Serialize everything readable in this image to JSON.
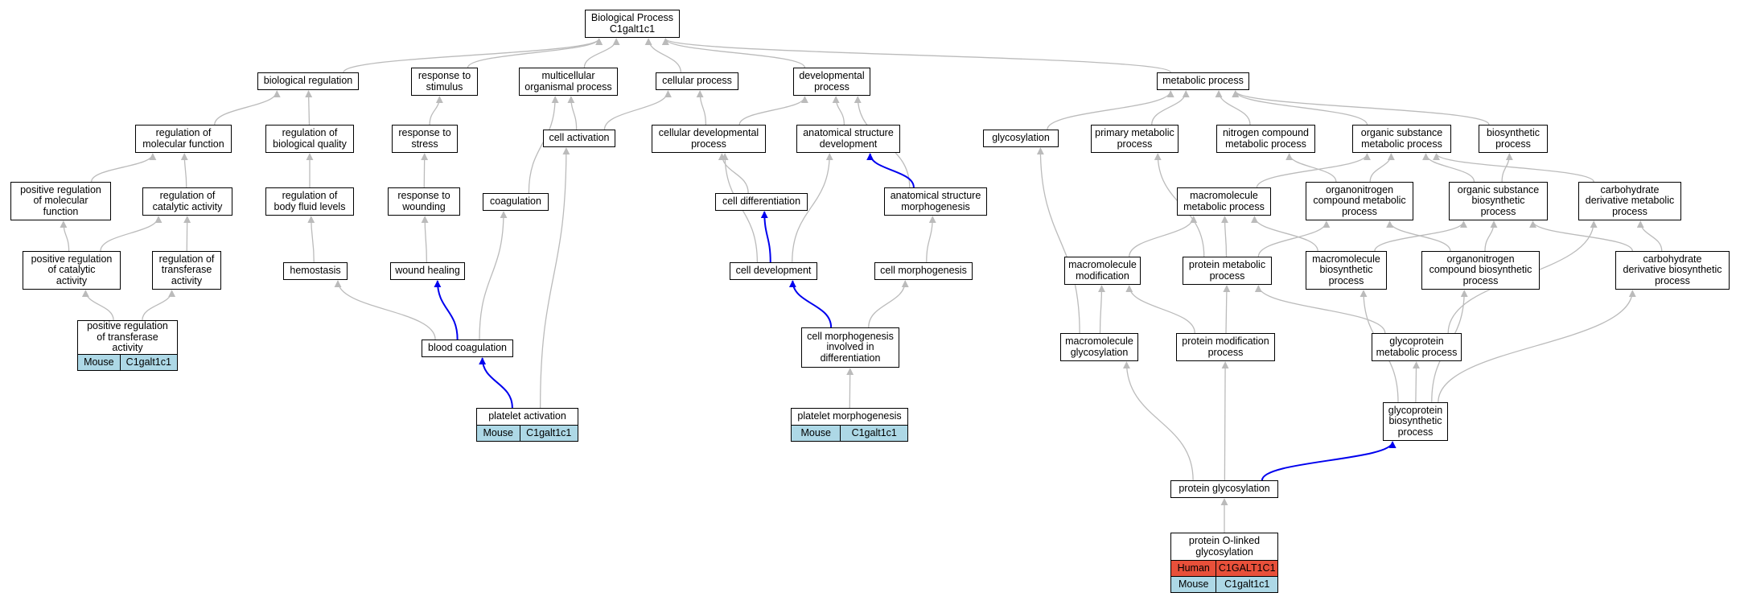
{
  "nodes": [
    {
      "id": "bp",
      "label": "Biological Process\nC1galt1c1"
    },
    {
      "id": "bioreg",
      "label": "biological regulation"
    },
    {
      "id": "resp_stim",
      "label": "response to\nstimulus"
    },
    {
      "id": "multi",
      "label": "multicellular\norganismal process"
    },
    {
      "id": "cellproc",
      "label": "cellular process"
    },
    {
      "id": "devproc",
      "label": "developmental\nprocess"
    },
    {
      "id": "metab",
      "label": "metabolic process"
    },
    {
      "id": "regmol",
      "label": "regulation of\nmolecular function"
    },
    {
      "id": "regbq",
      "label": "regulation of\nbiological quality"
    },
    {
      "id": "resp_stress",
      "label": "response to\nstress"
    },
    {
      "id": "cellact",
      "label": "cell activation"
    },
    {
      "id": "celldevproc",
      "label": "cellular developmental\nprocess"
    },
    {
      "id": "asd",
      "label": "anatomical structure\ndevelopment"
    },
    {
      "id": "glycos",
      "label": "glycosylation"
    },
    {
      "id": "primmet",
      "label": "primary metabolic\nprocess"
    },
    {
      "id": "nitro",
      "label": "nitrogen compound\nmetabolic process"
    },
    {
      "id": "orgsub",
      "label": "organic substance\nmetabolic process"
    },
    {
      "id": "biosyn",
      "label": "biosynthetic\nprocess"
    },
    {
      "id": "posregmol",
      "label": "positive regulation\nof molecular\nfunction"
    },
    {
      "id": "regcat",
      "label": "regulation of\ncatalytic activity"
    },
    {
      "id": "regbfl",
      "label": "regulation of\nbody fluid levels"
    },
    {
      "id": "resp_wound",
      "label": "response to\nwounding"
    },
    {
      "id": "coag",
      "label": "coagulation"
    },
    {
      "id": "celldiff",
      "label": "cell differentiation"
    },
    {
      "id": "asm",
      "label": "anatomical structure\nmorphogenesis"
    },
    {
      "id": "macromet",
      "label": "macromolecule\nmetabolic process"
    },
    {
      "id": "orgnitro",
      "label": "organonitrogen\ncompound metabolic\nprocess"
    },
    {
      "id": "orgsubbio",
      "label": "organic substance\nbiosynthetic\nprocess"
    },
    {
      "id": "carbder",
      "label": "carbohydrate\nderivative metabolic\nprocess"
    },
    {
      "id": "posregcat",
      "label": "positive regulation\nof catalytic\nactivity"
    },
    {
      "id": "regtrans",
      "label": "regulation of\ntransferase\nactivity"
    },
    {
      "id": "hemo",
      "label": "hemostasis"
    },
    {
      "id": "woundheal",
      "label": "wound healing"
    },
    {
      "id": "celldev",
      "label": "cell development"
    },
    {
      "id": "cellmorph",
      "label": "cell morphogenesis"
    },
    {
      "id": "macromod",
      "label": "macromolecule\nmodification"
    },
    {
      "id": "protmet",
      "label": "protein metabolic\nprocess"
    },
    {
      "id": "macrobio",
      "label": "macromolecule\nbiosynthetic\nprocess"
    },
    {
      "id": "orgnitrobio",
      "label": "organonitrogen\ncompound biosynthetic\nprocess"
    },
    {
      "id": "carbderbio",
      "label": "carbohydrate\nderivative biosynthetic\nprocess"
    },
    {
      "id": "posregtrans",
      "label": "positive regulation\nof transferase\nactivity"
    },
    {
      "id": "bloodcoag",
      "label": "blood coagulation"
    },
    {
      "id": "cmid",
      "label": "cell morphogenesis\ninvolved in\ndifferentiation"
    },
    {
      "id": "macroglyc",
      "label": "macromolecule\nglycosylation"
    },
    {
      "id": "protmod",
      "label": "protein modification\nprocess"
    },
    {
      "id": "glycoprotmet",
      "label": "glycoprotein\nmetabolic process"
    },
    {
      "id": "platact",
      "label": "platelet activation"
    },
    {
      "id": "platmorph",
      "label": "platelet morphogenesis"
    },
    {
      "id": "glycoprotbio",
      "label": "glycoprotein\nbiosynthetic\nprocess"
    },
    {
      "id": "protglyc",
      "label": "protein glycosylation"
    },
    {
      "id": "oglyc",
      "label": "protein O-linked\nglycosylation"
    }
  ],
  "annotations": [
    {
      "node": "posregtrans",
      "rows": [
        {
          "species": "Mouse",
          "gene": "C1galt1c1",
          "color": "#add8e6"
        }
      ]
    },
    {
      "node": "platact",
      "rows": [
        {
          "species": "Mouse",
          "gene": "C1galt1c1",
          "color": "#add8e6"
        }
      ]
    },
    {
      "node": "platmorph",
      "rows": [
        {
          "species": "Mouse",
          "gene": "C1galt1c1",
          "color": "#add8e6"
        }
      ]
    },
    {
      "node": "oglyc",
      "rows": [
        {
          "species": "Human",
          "gene": "C1GALT1C1",
          "color": "#e8503a"
        },
        {
          "species": "Mouse",
          "gene": "C1galt1c1",
          "color": "#add8e6"
        }
      ]
    }
  ],
  "edges": [
    {
      "from": "bioreg",
      "to": "bp",
      "type": "is_a"
    },
    {
      "from": "resp_stim",
      "to": "bp",
      "type": "is_a"
    },
    {
      "from": "multi",
      "to": "bp",
      "type": "is_a"
    },
    {
      "from": "cellproc",
      "to": "bp",
      "type": "is_a"
    },
    {
      "from": "devproc",
      "to": "bp",
      "type": "is_a"
    },
    {
      "from": "metab",
      "to": "bp",
      "type": "is_a"
    },
    {
      "from": "regmol",
      "to": "bioreg",
      "type": "is_a"
    },
    {
      "from": "regbq",
      "to": "bioreg",
      "type": "is_a"
    },
    {
      "from": "resp_stress",
      "to": "resp_stim",
      "type": "is_a"
    },
    {
      "from": "cellact",
      "to": "cellproc",
      "type": "is_a"
    },
    {
      "from": "cellact",
      "to": "multi",
      "type": "is_a"
    },
    {
      "from": "celldevproc",
      "to": "cellproc",
      "type": "is_a"
    },
    {
      "from": "celldevproc",
      "to": "devproc",
      "type": "is_a"
    },
    {
      "from": "asd",
      "to": "devproc",
      "type": "is_a"
    },
    {
      "from": "asm",
      "to": "devproc",
      "type": "is_a"
    },
    {
      "from": "glycos",
      "to": "metab",
      "type": "is_a"
    },
    {
      "from": "primmet",
      "to": "metab",
      "type": "is_a"
    },
    {
      "from": "nitro",
      "to": "metab",
      "type": "is_a"
    },
    {
      "from": "orgsub",
      "to": "metab",
      "type": "is_a"
    },
    {
      "from": "biosyn",
      "to": "metab",
      "type": "is_a"
    },
    {
      "from": "posregmol",
      "to": "regmol",
      "type": "is_a"
    },
    {
      "from": "regcat",
      "to": "regmol",
      "type": "is_a"
    },
    {
      "from": "regbfl",
      "to": "regbq",
      "type": "is_a"
    },
    {
      "from": "resp_wound",
      "to": "resp_stress",
      "type": "is_a"
    },
    {
      "from": "coag",
      "to": "multi",
      "type": "is_a"
    },
    {
      "from": "celldiff",
      "to": "celldevproc",
      "type": "is_a"
    },
    {
      "from": "asm",
      "to": "asd",
      "type": "part_of"
    },
    {
      "from": "macromet",
      "to": "orgsub",
      "type": "is_a"
    },
    {
      "from": "orgnitro",
      "to": "orgsub",
      "type": "is_a"
    },
    {
      "from": "orgnitro",
      "to": "nitro",
      "type": "is_a"
    },
    {
      "from": "orgsubbio",
      "to": "orgsub",
      "type": "is_a"
    },
    {
      "from": "orgsubbio",
      "to": "biosyn",
      "type": "is_a"
    },
    {
      "from": "carbder",
      "to": "orgsub",
      "type": "is_a"
    },
    {
      "from": "posregcat",
      "to": "regcat",
      "type": "is_a"
    },
    {
      "from": "posregcat",
      "to": "posregmol",
      "type": "is_a"
    },
    {
      "from": "regtrans",
      "to": "regcat",
      "type": "is_a"
    },
    {
      "from": "hemo",
      "to": "regbfl",
      "type": "is_a"
    },
    {
      "from": "woundheal",
      "to": "resp_wound",
      "type": "is_a"
    },
    {
      "from": "celldev",
      "to": "celldevproc",
      "type": "is_a"
    },
    {
      "from": "celldev",
      "to": "celldiff",
      "type": "part_of"
    },
    {
      "from": "celldev",
      "to": "asd",
      "type": "is_a"
    },
    {
      "from": "cellmorph",
      "to": "asm",
      "type": "is_a"
    },
    {
      "from": "macromod",
      "to": "macromet",
      "type": "is_a"
    },
    {
      "from": "protmet",
      "to": "macromet",
      "type": "is_a"
    },
    {
      "from": "protmet",
      "to": "primmet",
      "type": "is_a"
    },
    {
      "from": "protmet",
      "to": "orgnitro",
      "type": "is_a"
    },
    {
      "from": "macrobio",
      "to": "macromet",
      "type": "is_a"
    },
    {
      "from": "macrobio",
      "to": "orgsubbio",
      "type": "is_a"
    },
    {
      "from": "orgnitrobio",
      "to": "orgnitro",
      "type": "is_a"
    },
    {
      "from": "orgnitrobio",
      "to": "orgsubbio",
      "type": "is_a"
    },
    {
      "from": "carbderbio",
      "to": "carbder",
      "type": "is_a"
    },
    {
      "from": "carbderbio",
      "to": "orgsubbio",
      "type": "is_a"
    },
    {
      "from": "posregtrans",
      "to": "posregcat",
      "type": "is_a"
    },
    {
      "from": "posregtrans",
      "to": "regtrans",
      "type": "is_a"
    },
    {
      "from": "bloodcoag",
      "to": "hemo",
      "type": "is_a"
    },
    {
      "from": "bloodcoag",
      "to": "coag",
      "type": "is_a"
    },
    {
      "from": "bloodcoag",
      "to": "woundheal",
      "type": "part_of"
    },
    {
      "from": "cmid",
      "to": "celldev",
      "type": "part_of"
    },
    {
      "from": "cmid",
      "to": "cellmorph",
      "type": "is_a"
    },
    {
      "from": "macroglyc",
      "to": "glycos",
      "type": "is_a"
    },
    {
      "from": "macroglyc",
      "to": "macromod",
      "type": "is_a"
    },
    {
      "from": "protmod",
      "to": "macromod",
      "type": "is_a"
    },
    {
      "from": "protmod",
      "to": "protmet",
      "type": "is_a"
    },
    {
      "from": "glycoprotmet",
      "to": "protmet",
      "type": "is_a"
    },
    {
      "from": "glycoprotmet",
      "to": "carbder",
      "type": "is_a"
    },
    {
      "from": "platact",
      "to": "cellact",
      "type": "is_a"
    },
    {
      "from": "platact",
      "to": "bloodcoag",
      "type": "part_of"
    },
    {
      "from": "platmorph",
      "to": "cmid",
      "type": "is_a"
    },
    {
      "from": "glycoprotbio",
      "to": "glycoprotmet",
      "type": "is_a"
    },
    {
      "from": "glycoprotbio",
      "to": "macrobio",
      "type": "is_a"
    },
    {
      "from": "glycoprotbio",
      "to": "orgnitrobio",
      "type": "is_a"
    },
    {
      "from": "glycoprotbio",
      "to": "carbderbio",
      "type": "is_a"
    },
    {
      "from": "protglyc",
      "to": "macroglyc",
      "type": "is_a"
    },
    {
      "from": "protglyc",
      "to": "protmod",
      "type": "is_a"
    },
    {
      "from": "protglyc",
      "to": "glycoprotbio",
      "type": "part_of"
    },
    {
      "from": "oglyc",
      "to": "protglyc",
      "type": "is_a"
    }
  ],
  "colors": {
    "is_a": "#bbbbbb",
    "part_of": "#0000ee",
    "mouse": "#add8e6",
    "human": "#e8503a"
  }
}
